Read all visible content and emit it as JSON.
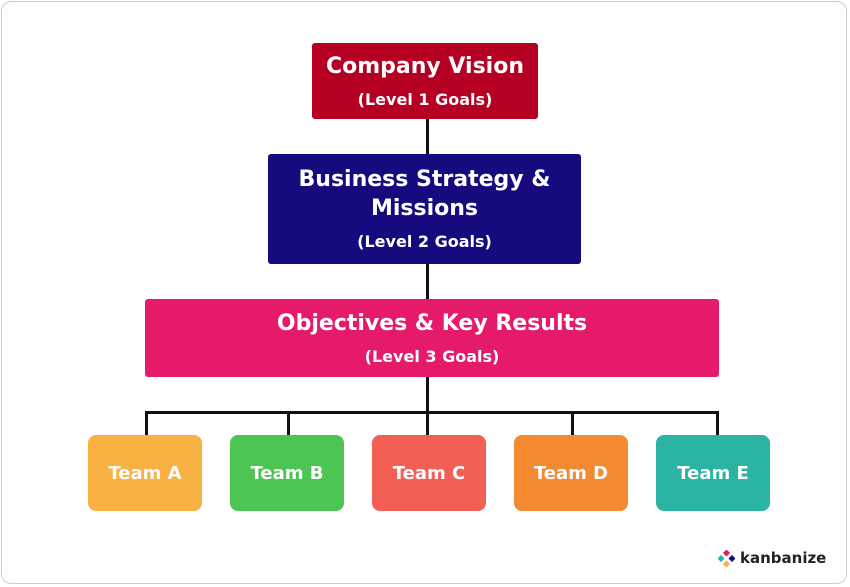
{
  "levels": [
    {
      "title": "Company Vision",
      "subtitle": "(Level 1 Goals)",
      "color": "#B50024"
    },
    {
      "title": "Business Strategy &",
      "title2": "Missions",
      "subtitle": "(Level 2 Goals)",
      "color": "#150B7E"
    },
    {
      "title": "Objectives & Key Results",
      "subtitle": "(Level 3 Goals)",
      "color": "#E61A6A"
    }
  ],
  "teams": [
    {
      "label": "Team A",
      "color": "#F8B142"
    },
    {
      "label": "Team B",
      "color": "#4CC552"
    },
    {
      "label": "Team C",
      "color": "#F45F55"
    },
    {
      "label": "Team D",
      "color": "#F38A32"
    },
    {
      "label": "Team E",
      "color": "#2BB3A3"
    }
  ],
  "brand": {
    "name": "kanbanize",
    "icon": "kanbanize-logo-icon"
  }
}
